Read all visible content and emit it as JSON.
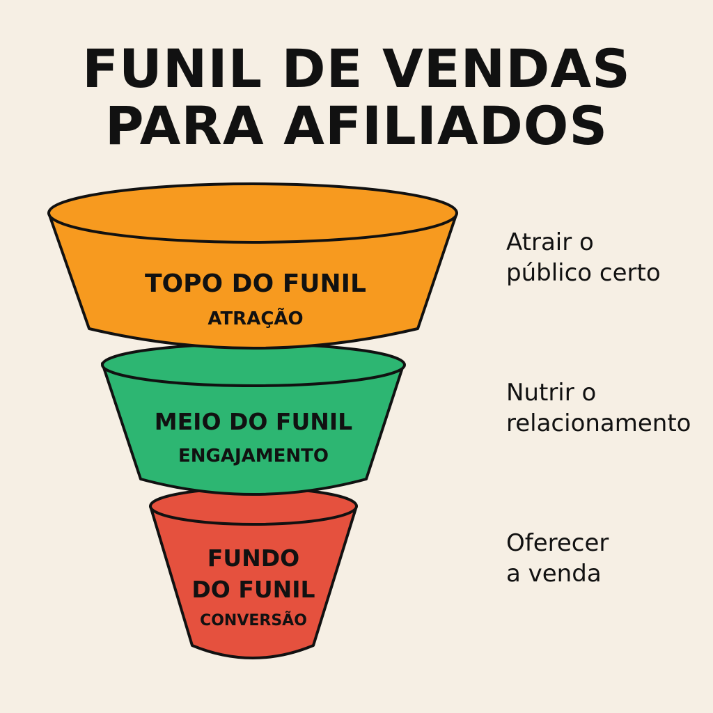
{
  "title": {
    "line1": "FUNIL DE VENDAS",
    "line2": "PARA AFILIADOS"
  },
  "stages": [
    {
      "name_lines": [
        "TOPO DO FUNIL"
      ],
      "subtitle": "ATRAÇÃO",
      "color": "#f79a1f",
      "note_lines": [
        "Atrair o",
        "público certo"
      ]
    },
    {
      "name_lines": [
        "MEIO DO FUNIL"
      ],
      "subtitle": "ENGAJAMENTO",
      "color": "#2db672",
      "note_lines": [
        "Nutrir o",
        "relacionamento"
      ]
    },
    {
      "name_lines": [
        "FUNDO",
        "DO FUNIL"
      ],
      "subtitle": "CONVERSÃO",
      "color": "#e5513e",
      "note_lines": [
        "Oferecer",
        "a venda"
      ]
    }
  ],
  "outline_color": "#111111",
  "background_color": "#f6efe4"
}
